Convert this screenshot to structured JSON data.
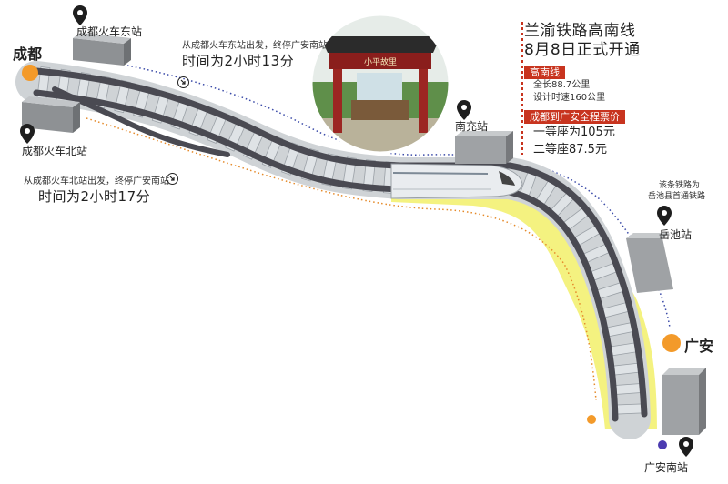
{
  "title_lines": [
    "兰渝铁路高南线",
    "8月8日正式开通"
  ],
  "section_line": {
    "header": "高南线",
    "items": [
      "全长88.7公里",
      "设计时速160公里"
    ]
  },
  "section_fare": {
    "header": "成都到广安全程票价",
    "items": [
      "一等座为105元",
      "二等座87.5元"
    ]
  },
  "cities": {
    "chengdu": "成都",
    "guangan": "广安"
  },
  "stations": {
    "chengdu_east": "成都火车东站",
    "chengdu_north": "成都火车北站",
    "nanchong": "南充站",
    "yuechi": "岳池站",
    "guangan_south": "广安南站"
  },
  "route_east": {
    "desc": "从成都火车东站出发，终停广安南站",
    "time": "时间为2小时13分"
  },
  "route_north": {
    "desc": "从成都火车北站出发，终停广安南站",
    "time": "时间为2小时17分"
  },
  "yuechi_note": [
    "该条铁路为",
    "岳池县首通铁路"
  ],
  "photo_sign": "小平故里",
  "colors": {
    "accent_red": "#c8341f",
    "city_orange": "#f39a2a",
    "highlight_yellow": "#f2f06a",
    "track_dark": "#4a4a52",
    "sleeper": "#dfe3e6",
    "building": "#9fa2a5",
    "pin": "#1e1e1e",
    "dotted_blue": "#3a4aa8",
    "dotted_orange": "#e58a2a"
  }
}
